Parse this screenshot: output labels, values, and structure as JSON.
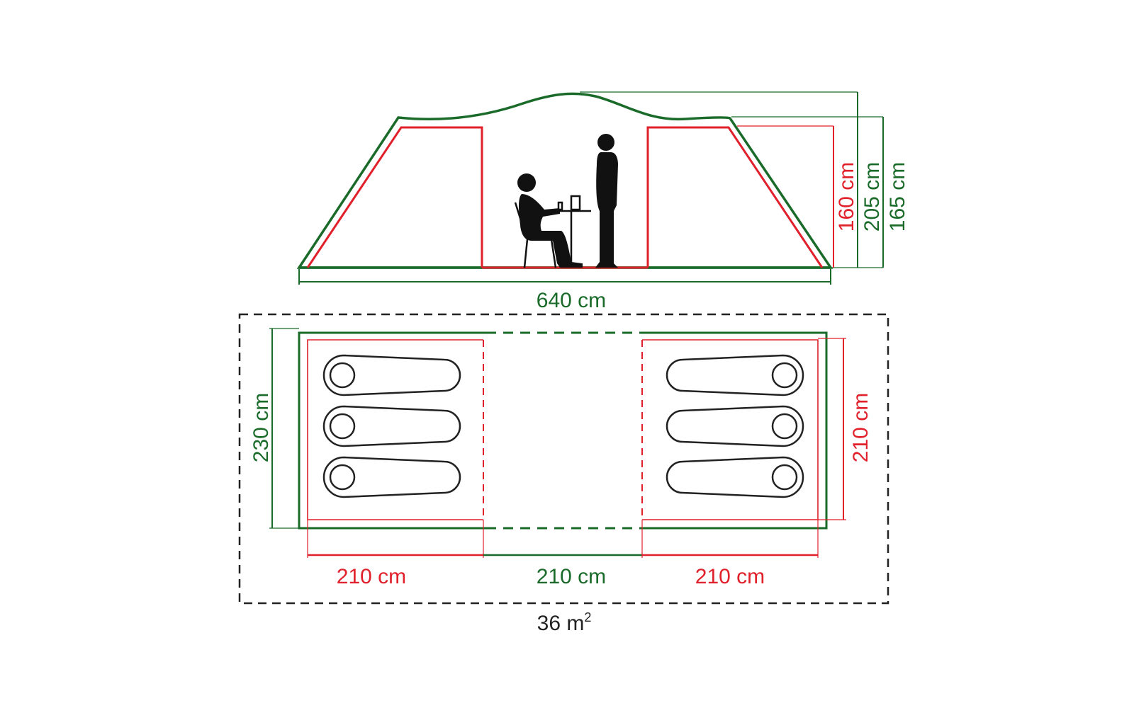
{
  "colors": {
    "outer": "#1a6b2a",
    "inner": "#e0202a",
    "figure": "#111111",
    "area": "#222222"
  },
  "side_view": {
    "length": "640 cm",
    "inner_height": "160 cm",
    "peak_height": "205 cm",
    "door_height": "165 cm"
  },
  "floor_plan": {
    "width": "230 cm",
    "bedroom_depth": "210 cm",
    "left_bedroom": "210 cm",
    "living_area": "210 cm",
    "right_bedroom": "210 cm",
    "total_area": "36 m",
    "area_unit_sup": "2"
  },
  "icons": [
    "seated-person-icon",
    "standing-person-icon",
    "table-icon",
    "chair-icon",
    "sleeping-bag-icon"
  ]
}
